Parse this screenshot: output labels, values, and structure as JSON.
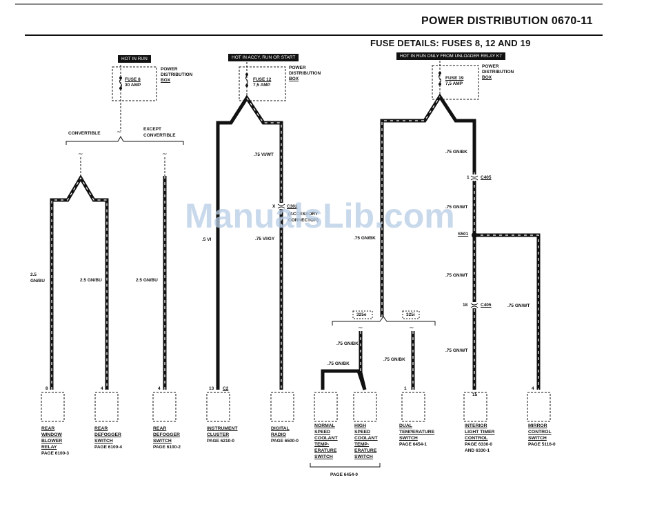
{
  "header": {
    "title": "POWER DISTRIBUTION",
    "code": "0670-11",
    "subtitle": "FUSE DETAILS: FUSES 8, 12 AND 19"
  },
  "watermark": "ManualsLib.com",
  "fuses": [
    {
      "tag": "HOT IN RUN",
      "name": "FUSE 8",
      "rating": "30 AMP",
      "box_label": [
        "POWER",
        "DISTRIBUTION",
        "BOX"
      ]
    },
    {
      "tag": "HOT IN ACCY, RUN OR START",
      "name": "FUSE 12",
      "rating": "7,5 AMP",
      "box_label": [
        "POWER",
        "DISTRIBUTION",
        "BOX"
      ]
    },
    {
      "tag": "HOT IN RUN ONLY FROM UNLOADER RELAY K7",
      "name": "FUSE 19",
      "rating": "7,5 AMP",
      "box_label": [
        "POWER",
        "DISTRIBUTION",
        "BOX"
      ]
    }
  ],
  "options": {
    "convertible": "CONVERTIBLE",
    "except_convertible": [
      "EXCEPT",
      "CONVERTIBLE"
    ],
    "model_325e": "325e",
    "model_325i": "325i"
  },
  "wires": {
    "w1": [
      "2.5",
      "GN/BU"
    ],
    "w2": "2.5 GN/BU",
    "w3": "2.5 GN/BU",
    "w4": ".5 VI",
    "w5a": ".75 VI/WT",
    "w5b": ".75 VI/GY",
    "w6": ".75 GN/BK",
    "w6b": ".75 GN/BK",
    "w6c": ".75 GN/BK",
    "w6d": ".75 GN/BK",
    "w7a": ".75 GN/BK",
    "w7b": ".75 GN/WT",
    "w7c": ".75 GN/WT",
    "w7d": ".75 GN/WT",
    "w8": ".75 GN/WT"
  },
  "connectors": {
    "c302_pin": "X",
    "c302": "C302",
    "c302_note": [
      "(ACCESSORY",
      "CONNECTOR)"
    ],
    "c405_pin": "1",
    "c405": "C405",
    "c405b_pin": "18",
    "c405b": "C405",
    "s501": "S501"
  },
  "components": [
    {
      "pin": "8",
      "label": [
        "REAR",
        "WINDOW",
        "BLOWER",
        "RELAY"
      ],
      "page": "PAGE 6100-3"
    },
    {
      "pin": "4",
      "label": [
        "REAR",
        "DEFOGGER",
        "SWITCH"
      ],
      "page": "PAGE 6100-4"
    },
    {
      "pin": "4",
      "label": [
        "REAR",
        "DEFOGGER",
        "SWITCH"
      ],
      "page": "PAGE 6100-2"
    },
    {
      "pin": "13",
      "pin2": "C2",
      "label": [
        "INSTRUMENT",
        "CLUSTER"
      ],
      "page": "PAGE 6210-0"
    },
    {
      "pin": "",
      "label": [
        "DIGITAL",
        "RADIO"
      ],
      "page": "PAGE 6500-0"
    },
    {
      "pin": "",
      "label": [
        "NORMAL",
        "SPEED",
        "COOLANT",
        "TEMP-",
        "ERATURE",
        "SWITCH"
      ],
      "page": ""
    },
    {
      "pin": "",
      "label": [
        "HIGH",
        "SPEED",
        "COOLANT",
        "TEMP-",
        "ERATURE",
        "SWITCH"
      ],
      "page": ""
    },
    {
      "pin": "1",
      "label": [
        "DUAL",
        "TEMPERATURE",
        "SWITCH"
      ],
      "page": "PAGE 6454-1"
    },
    {
      "pin": "15",
      "label": [
        "INTERIOR",
        "LIGHT TIMER",
        "CONTROL"
      ],
      "page": [
        "PAGE 6330-0",
        "AND 6330-1"
      ]
    },
    {
      "pin": "4",
      "label": [
        "MIRROR",
        "CONTROL",
        "SWITCH"
      ],
      "page": "PAGE 5116-0"
    }
  ],
  "shared_page": "PAGE 6454-0"
}
